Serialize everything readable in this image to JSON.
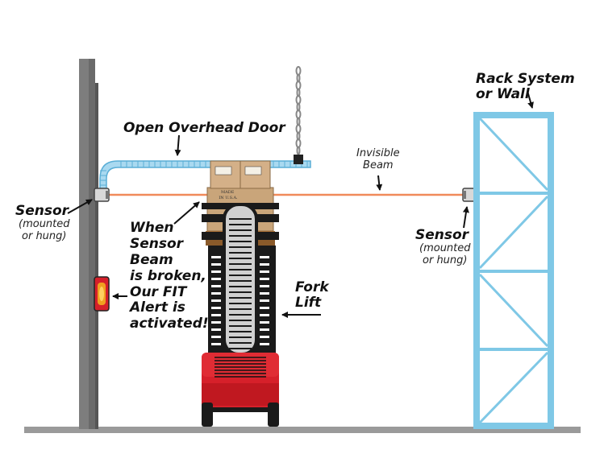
{
  "labels": {
    "rack_system": "Rack System\nor Wall",
    "open_overhead_door": "Open Overhead Door",
    "invisible_beam": "Invisible\nBeam",
    "sensor_left": "Sensor",
    "sensor_left_note": "(mounted\nor hung)",
    "sensor_right": "Sensor",
    "sensor_right_note": "(mounted\nor hung)",
    "alert_text": "When\nSensor\nBeam\nis broken,\nOur FIT\nAlert is\nactivated!",
    "fork_lift": "Fork\nLift"
  },
  "box_marking": "MADE\nIN U.S.A.",
  "colors": {
    "pillar": "#7d7d7d",
    "door": "#a9d9f0",
    "rack": "#7fc8e6",
    "beam": "#f08a5a",
    "forklift_red": "#d6202a",
    "forklift_black": "#1a1a1a",
    "pallet": "#8a5a2a",
    "box": "#c9a57a",
    "alert_light": "#f0a020"
  },
  "icons": [
    "chain-icon",
    "alert-light-icon",
    "sensor-icon",
    "arrow-icon"
  ]
}
